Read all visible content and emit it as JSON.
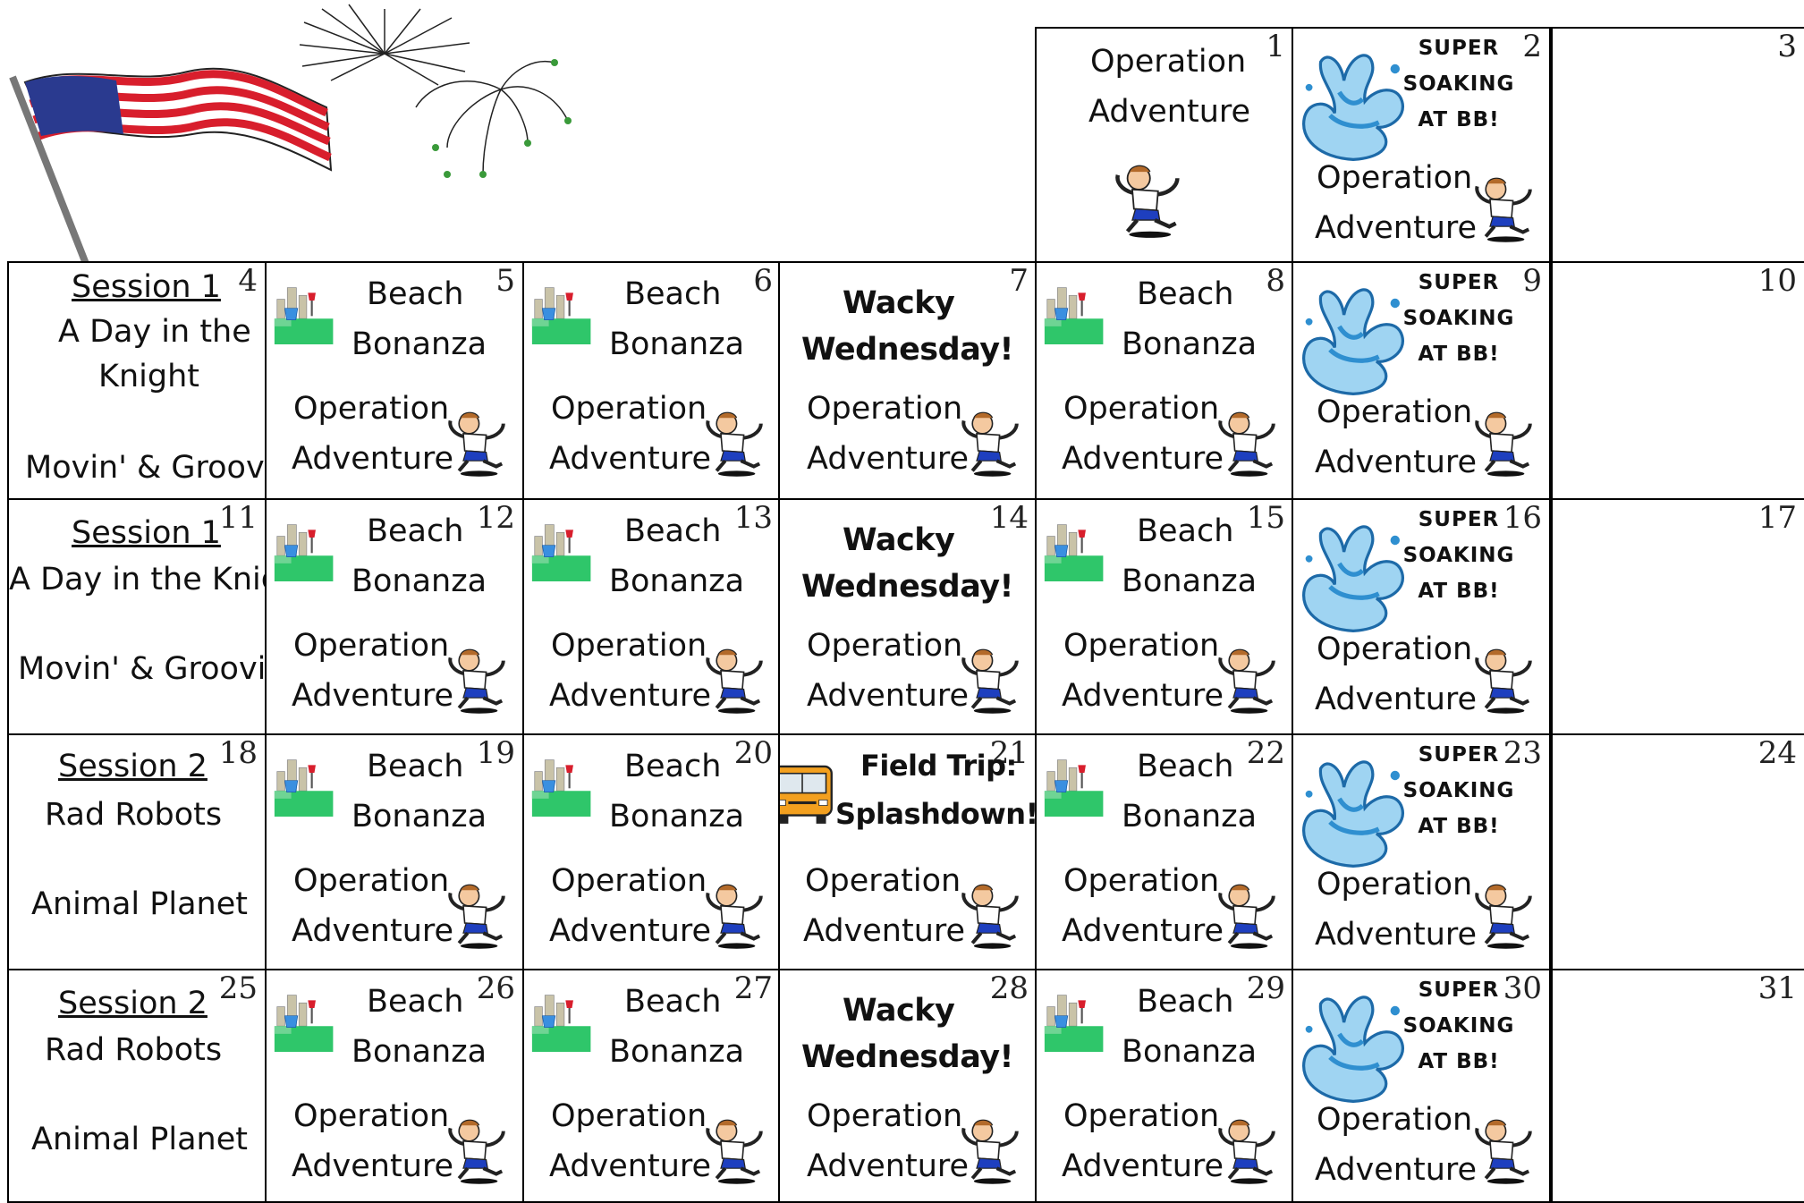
{
  "title": "",
  "colors": {
    "splash_blue": "#2f8fd0",
    "splash_light": "#9fd4f2",
    "beach_green": "#2fc66a",
    "bucket_blue": "#3a8fe0",
    "bus_orange": "#f3a01f",
    "flag_red": "#d81e2c",
    "flag_blue": "#2a3a8f"
  },
  "icons": [
    "american-flag-icon",
    "fireworks-icon",
    "sandcastle-icon",
    "running-boy-icon",
    "water-splash-icon",
    "school-bus-icon"
  ],
  "rows": [
    {
      "cells": [
        null,
        null,
        null,
        null,
        {
          "day": "1",
          "items": [
            "Operation",
            "Adventure"
          ],
          "type": "single"
        },
        {
          "day": "2",
          "items": [
            "SUPER",
            "SOAKING",
            "AT BB!",
            "Operation",
            "Adventure"
          ],
          "type": "soak"
        },
        {
          "day": "3",
          "items": [],
          "type": "empty"
        }
      ]
    },
    {
      "cells": [
        {
          "day": "4",
          "type": "session",
          "items": [
            "Session 1",
            "A Day in the",
            "Knight",
            "Movin' & Groovin'"
          ]
        },
        {
          "day": "5",
          "type": "beach",
          "items": [
            "Beach",
            "Bonanza",
            "Operation",
            "Adventure"
          ]
        },
        {
          "day": "6",
          "type": "beach",
          "items": [
            "Beach",
            "Bonanza",
            "Operation",
            "Adventure"
          ]
        },
        {
          "day": "7",
          "type": "wacky",
          "items": [
            "Wacky",
            "Wednesday!",
            "Operation",
            "Adventure"
          ]
        },
        {
          "day": "8",
          "type": "beach",
          "items": [
            "Beach",
            "Bonanza",
            "Operation",
            "Adventure"
          ]
        },
        {
          "day": "9",
          "type": "soak",
          "items": [
            "SUPER",
            "SOAKING",
            "AT BB!",
            "Operation",
            "Adventure"
          ]
        },
        {
          "day": "10",
          "type": "empty",
          "items": []
        }
      ]
    },
    {
      "cells": [
        {
          "day": "11",
          "type": "session",
          "items": [
            "Session 1",
            "A Day in the Knight",
            "Movin' & Groovin'"
          ]
        },
        {
          "day": "12",
          "type": "beach",
          "items": [
            "Beach",
            "Bonanza",
            "Operation",
            "Adventure"
          ]
        },
        {
          "day": "13",
          "type": "beach",
          "items": [
            "Beach",
            "Bonanza",
            "Operation",
            "Adventure"
          ]
        },
        {
          "day": "14",
          "type": "wacky",
          "items": [
            "Wacky",
            "Wednesday!",
            "Operation",
            "Adventure"
          ]
        },
        {
          "day": "15",
          "type": "beach",
          "items": [
            "Beach",
            "Bonanza",
            "Operation",
            "Adventure"
          ]
        },
        {
          "day": "16",
          "type": "soak",
          "items": [
            "SUPER",
            "SOAKING",
            "AT BB!",
            "Operation",
            "Adventure"
          ]
        },
        {
          "day": "17",
          "type": "empty",
          "items": []
        }
      ]
    },
    {
      "cells": [
        {
          "day": "18",
          "type": "session",
          "items": [
            "Session 2",
            "Rad Robots",
            "Animal Planet"
          ]
        },
        {
          "day": "19",
          "type": "beach",
          "items": [
            "Beach",
            "Bonanza",
            "Operation",
            "Adventure"
          ]
        },
        {
          "day": "20",
          "type": "beach",
          "items": [
            "Beach",
            "Bonanza",
            "Operation",
            "Adventure"
          ]
        },
        {
          "day": "21",
          "type": "field",
          "items": [
            "Field Trip:",
            "Splashdown!",
            "Operation",
            "Adventure"
          ]
        },
        {
          "day": "22",
          "type": "beach",
          "items": [
            "Beach",
            "Bonanza",
            "Operation",
            "Adventure"
          ]
        },
        {
          "day": "23",
          "type": "soak",
          "items": [
            "SUPER",
            "SOAKING",
            "AT BB!",
            "Operation",
            "Adventure"
          ]
        },
        {
          "day": "24",
          "type": "empty",
          "items": []
        }
      ]
    },
    {
      "cells": [
        {
          "day": "25",
          "type": "session",
          "items": [
            "Session 2",
            "Rad Robots",
            "Animal Planet"
          ]
        },
        {
          "day": "26",
          "type": "beach",
          "items": [
            "Beach",
            "Bonanza",
            "Operation",
            "Adventure"
          ]
        },
        {
          "day": "27",
          "type": "beach",
          "items": [
            "Beach",
            "Bonanza",
            "Operation",
            "Adventure"
          ]
        },
        {
          "day": "28",
          "type": "wacky",
          "items": [
            "Wacky",
            "Wednesday!",
            "Operation",
            "Adventure"
          ]
        },
        {
          "day": "29",
          "type": "beach",
          "items": [
            "Beach",
            "Bonanza",
            "Operation",
            "Adventure"
          ]
        },
        {
          "day": "30",
          "type": "soak",
          "items": [
            "SUPER",
            "SOAKING",
            "AT BB!",
            "Operation",
            "Adventure"
          ]
        },
        {
          "day": "31",
          "type": "empty",
          "items": []
        }
      ]
    }
  ]
}
